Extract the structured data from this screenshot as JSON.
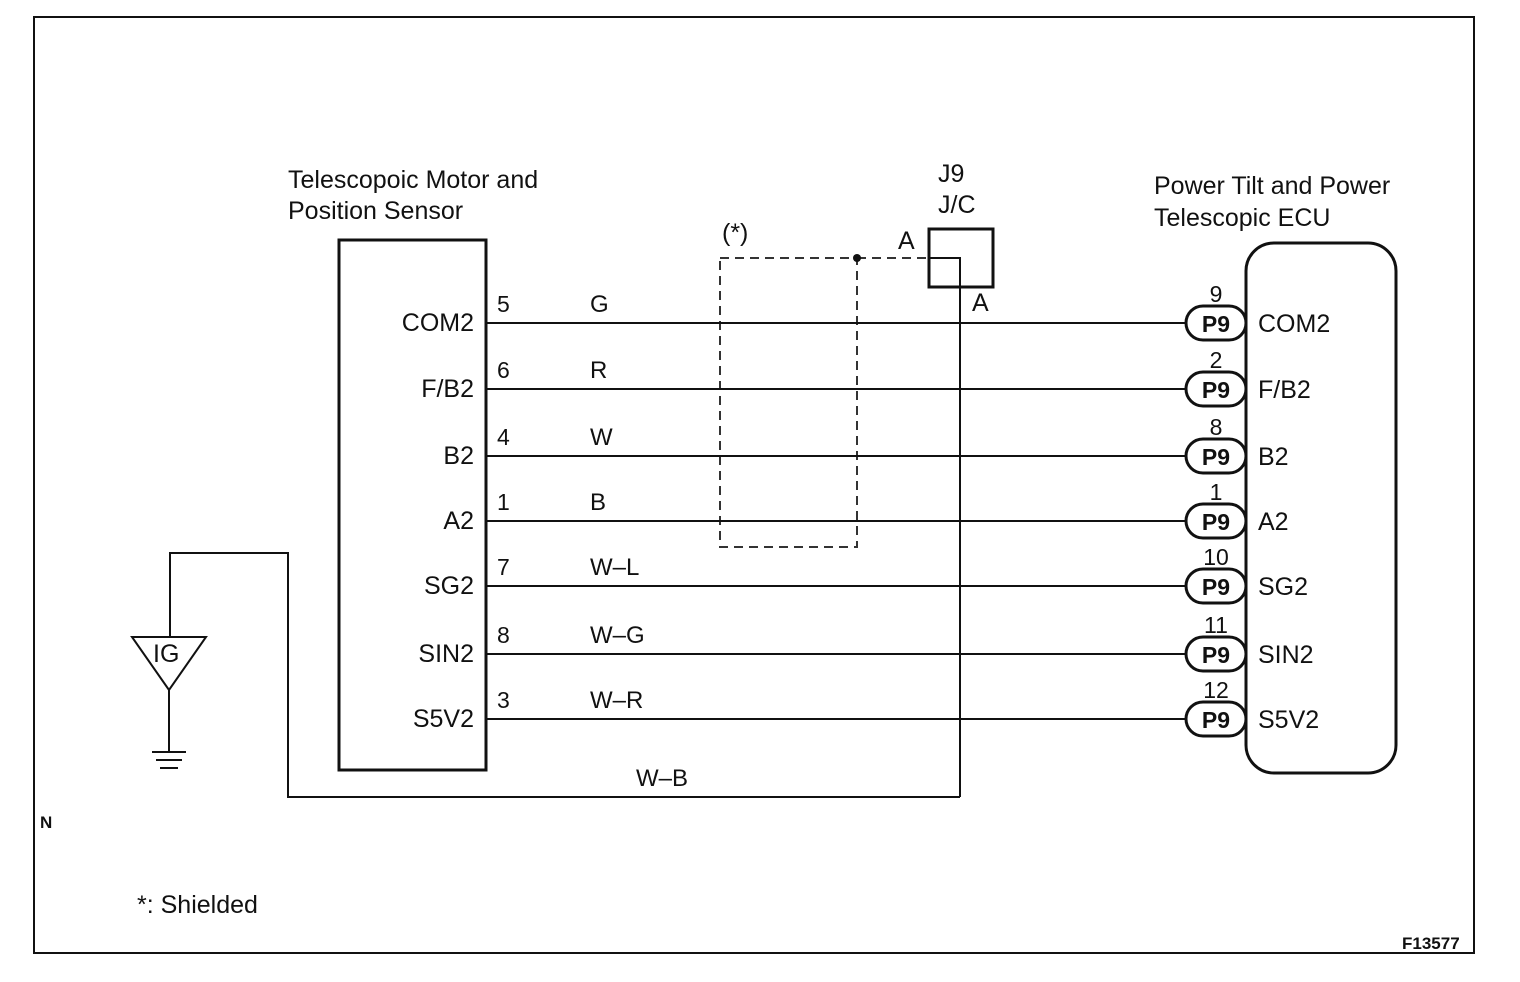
{
  "diagram": {
    "left_component": {
      "title_line1": "Telescopoic Motor and",
      "title_line2": "Position Sensor"
    },
    "right_component": {
      "title_line1": "Power Tilt and Power",
      "title_line2": "Telescopic ECU"
    },
    "junction": {
      "name": "J9",
      "type": "J/C",
      "terminal_in": "A",
      "terminal_out": "A"
    },
    "shield_marker": "(*)",
    "ground_label": "IG",
    "ground_wire_color": "W–B",
    "corner_letter": "N",
    "footnote": "*: Shielded",
    "figure_code": "F13577",
    "connector_name": "P9",
    "wires": [
      {
        "left_terminal": "COM2",
        "left_pin": "5",
        "color": "G",
        "right_pin": "9",
        "right_terminal": "COM2"
      },
      {
        "left_terminal": "F/B2",
        "left_pin": "6",
        "color": "R",
        "right_pin": "2",
        "right_terminal": "F/B2"
      },
      {
        "left_terminal": "B2",
        "left_pin": "4",
        "color": "W",
        "right_pin": "8",
        "right_terminal": "B2"
      },
      {
        "left_terminal": "A2",
        "left_pin": "1",
        "color": "B",
        "right_pin": "1",
        "right_terminal": "A2"
      },
      {
        "left_terminal": "SG2",
        "left_pin": "7",
        "color": "W–L",
        "right_pin": "10",
        "right_terminal": "SG2"
      },
      {
        "left_terminal": "SIN2",
        "left_pin": "8",
        "color": "W–G",
        "right_pin": "11",
        "right_terminal": "SIN2"
      },
      {
        "left_terminal": "S5V2",
        "left_pin": "3",
        "color": "W–R",
        "right_pin": "12",
        "right_terminal": "S5V2"
      }
    ]
  }
}
